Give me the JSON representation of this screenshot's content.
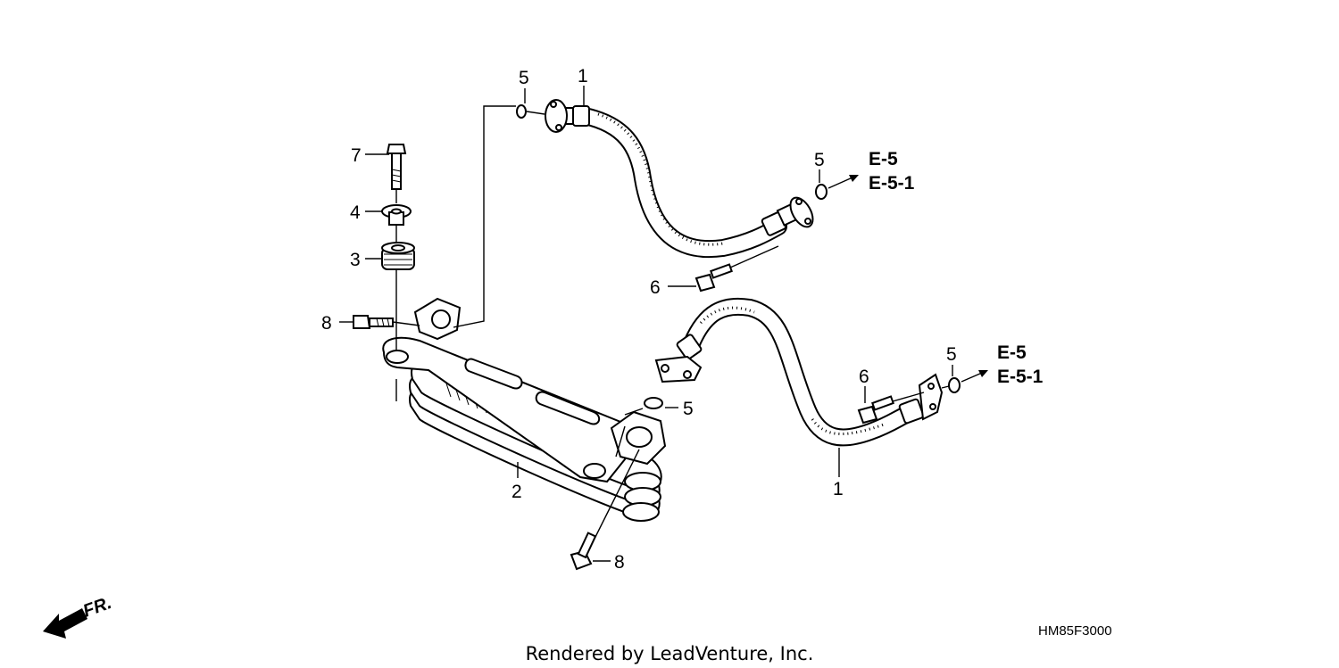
{
  "diagram": {
    "callouts": {
      "hose_upper": "1",
      "hose_lower": "1",
      "cooler": "2",
      "cushion": "3",
      "collar": "4",
      "ring_upper_left": "5",
      "ring_upper_right": "5",
      "ring_cooler": "5",
      "ring_lower_right": "5",
      "bolt_upper": "6",
      "bolt_lower": "6",
      "bolt_top": "7",
      "bolt_left": "8",
      "bolt_bottom": "8"
    },
    "references": {
      "upper_primary": "E-5",
      "upper_secondary": "E-5-1",
      "lower_primary": "E-5",
      "lower_secondary": "E-5-1"
    },
    "front_marker": "FR.",
    "diagram_code": "HM85F3000",
    "credit": "Rendered by LeadVenture, Inc."
  }
}
